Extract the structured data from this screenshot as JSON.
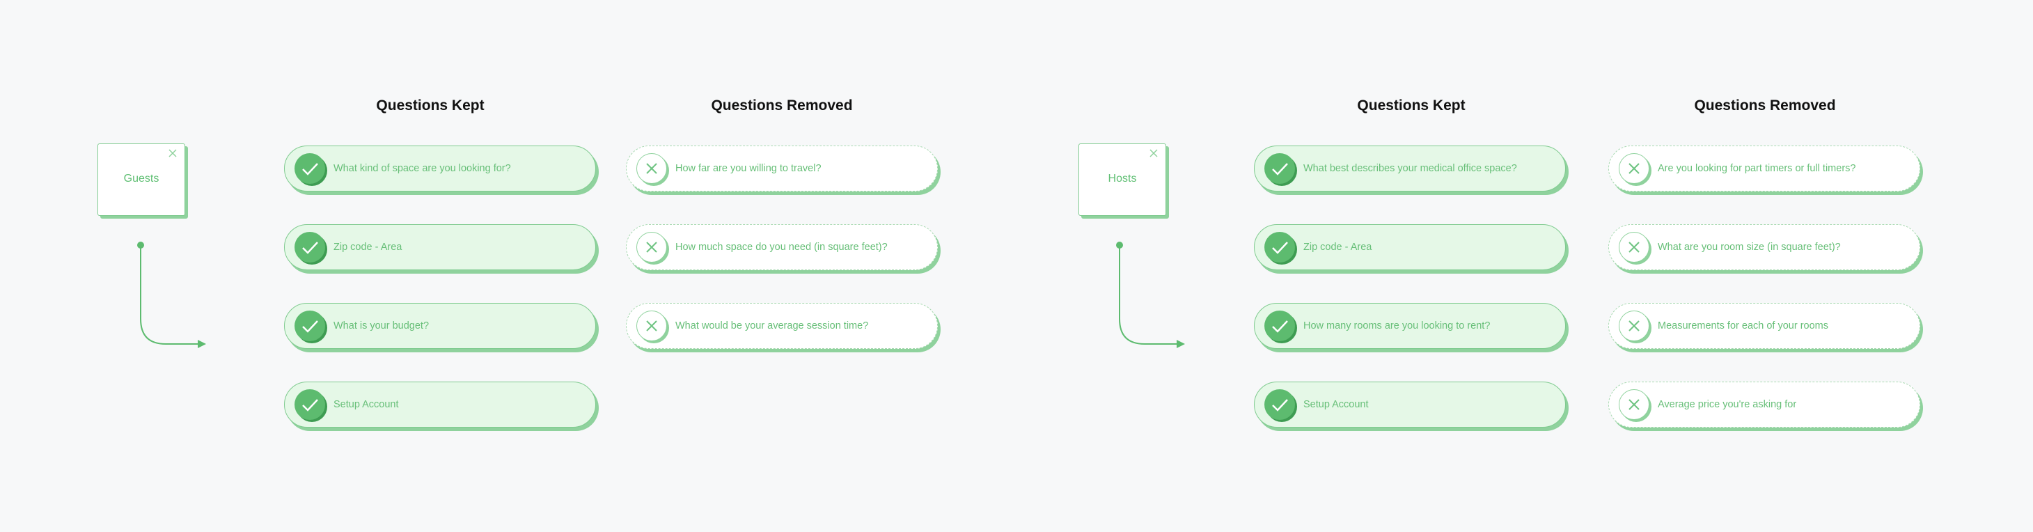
{
  "guests": {
    "persona_label": "Guests",
    "kept_header": "Questions Kept",
    "removed_header": "Questions Removed",
    "kept": [
      "What kind of space are you looking for?",
      "Zip code - Area",
      "What is your budget?",
      "Setup Account"
    ],
    "removed": [
      "How far are you willing to travel?",
      "How much space do you need (in square feet)?",
      "What would be your average session time?"
    ]
  },
  "hosts": {
    "persona_label": "Hosts",
    "kept_header": "Questions Kept",
    "removed_header": "Questions Removed",
    "kept": [
      "What best describes your medical office space?",
      "Zip code - Area",
      "How many rooms are you looking to rent?",
      "Setup Account"
    ],
    "removed": [
      "Are you looking for part timers or full timers?",
      "What are you room size (in square feet)?",
      "Measurements for each of your rooms",
      "Average price you're asking for"
    ]
  },
  "colors": {
    "accent": "#5dbb6f",
    "kept_fill": "#e5f8e7",
    "text": "#67bf78"
  }
}
